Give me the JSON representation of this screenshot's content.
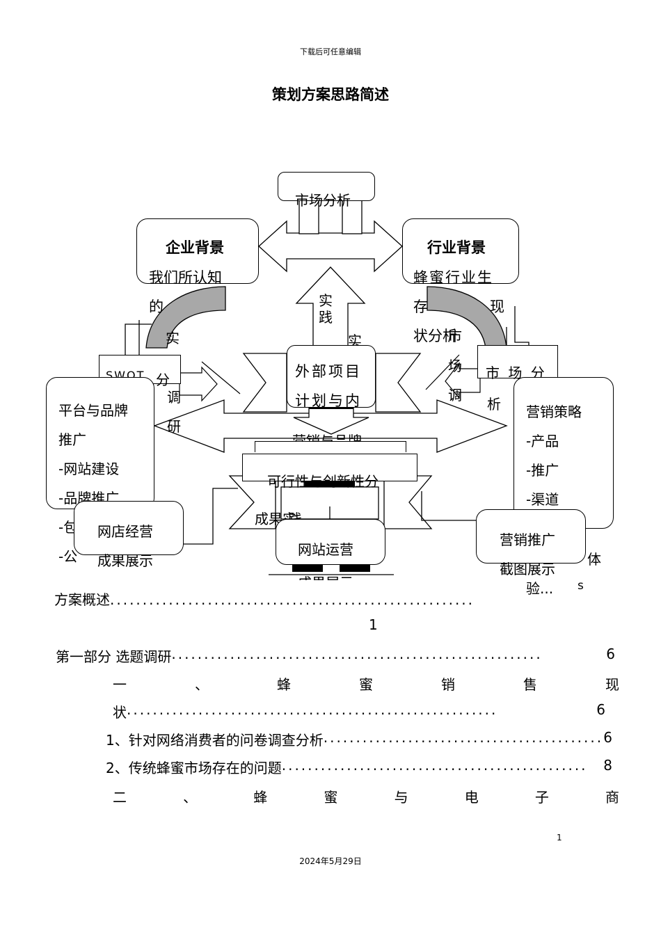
{
  "header": "下载后可任意编辑",
  "title": "策划方案思路简述",
  "diagram": {
    "market_analysis": "市场分析",
    "enterprise": {
      "title": "企业背景",
      "line1": "我们所认知",
      "line2": "的"
    },
    "industry": {
      "title": "行业背景",
      "line1": "蜂蜜行业生",
      "line2": "存",
      "line2b": "现",
      "line3": "状分析"
    },
    "practice_up": "实\n践",
    "shi_left": "实",
    "shi_mid": "实",
    "swot": "SWOT",
    "fen": "分",
    "diao_left": "调",
    "yan_left": "研",
    "shi_right": "市",
    "chang_right": "场",
    "diao_right": "调",
    "xi_right": "析",
    "external": {
      "line1": "外部项目",
      "line2": "计划与内"
    },
    "market_research": "市 场 分",
    "platform": {
      "line1": "平台与品牌",
      "line2": "推广",
      "line3": "-网站建设",
      "line4": "-品牌推广",
      "line5": "-包",
      "line6": "-公"
    },
    "strategy": {
      "line1": "营销策略",
      "line2": "-产品",
      "line3": "-推广",
      "line4": "-渠道",
      "line5": "体",
      "line6": "验...",
      "line7": "s"
    },
    "marketing_brand": "营销与品牌",
    "feasibility": "可行性与创新性分",
    "result_practice": "成果实",
    "practice_mid": "践",
    "shop": {
      "title": "网店经营",
      "sub": "成果展示"
    },
    "website": {
      "title": "网站运营",
      "sub": "成果展示"
    },
    "promo": {
      "title": "营销推广",
      "sub": "截图展示"
    }
  },
  "toc": {
    "overview": {
      "label": "方案概述",
      "page": "1"
    },
    "part1": {
      "label": "第一部分 选题调研",
      "page": "6"
    },
    "sec1_chars": [
      "一",
      "、",
      "蜂",
      "蜜",
      "销",
      "售",
      "现"
    ],
    "sec1_tail": {
      "label": "状",
      "page": "6"
    },
    "item1": {
      "label": "1、针对网络消费者的问卷调查分析",
      "page": "6"
    },
    "item2": {
      "label": "2、传统蜂蜜市场存在的问题",
      "page": "8"
    },
    "sec2_chars": [
      "二",
      "、",
      "蜂",
      "蜜",
      "与",
      "电",
      "子",
      "商"
    ]
  },
  "footer": {
    "page_number": "1",
    "date": "2024年5月29日"
  }
}
